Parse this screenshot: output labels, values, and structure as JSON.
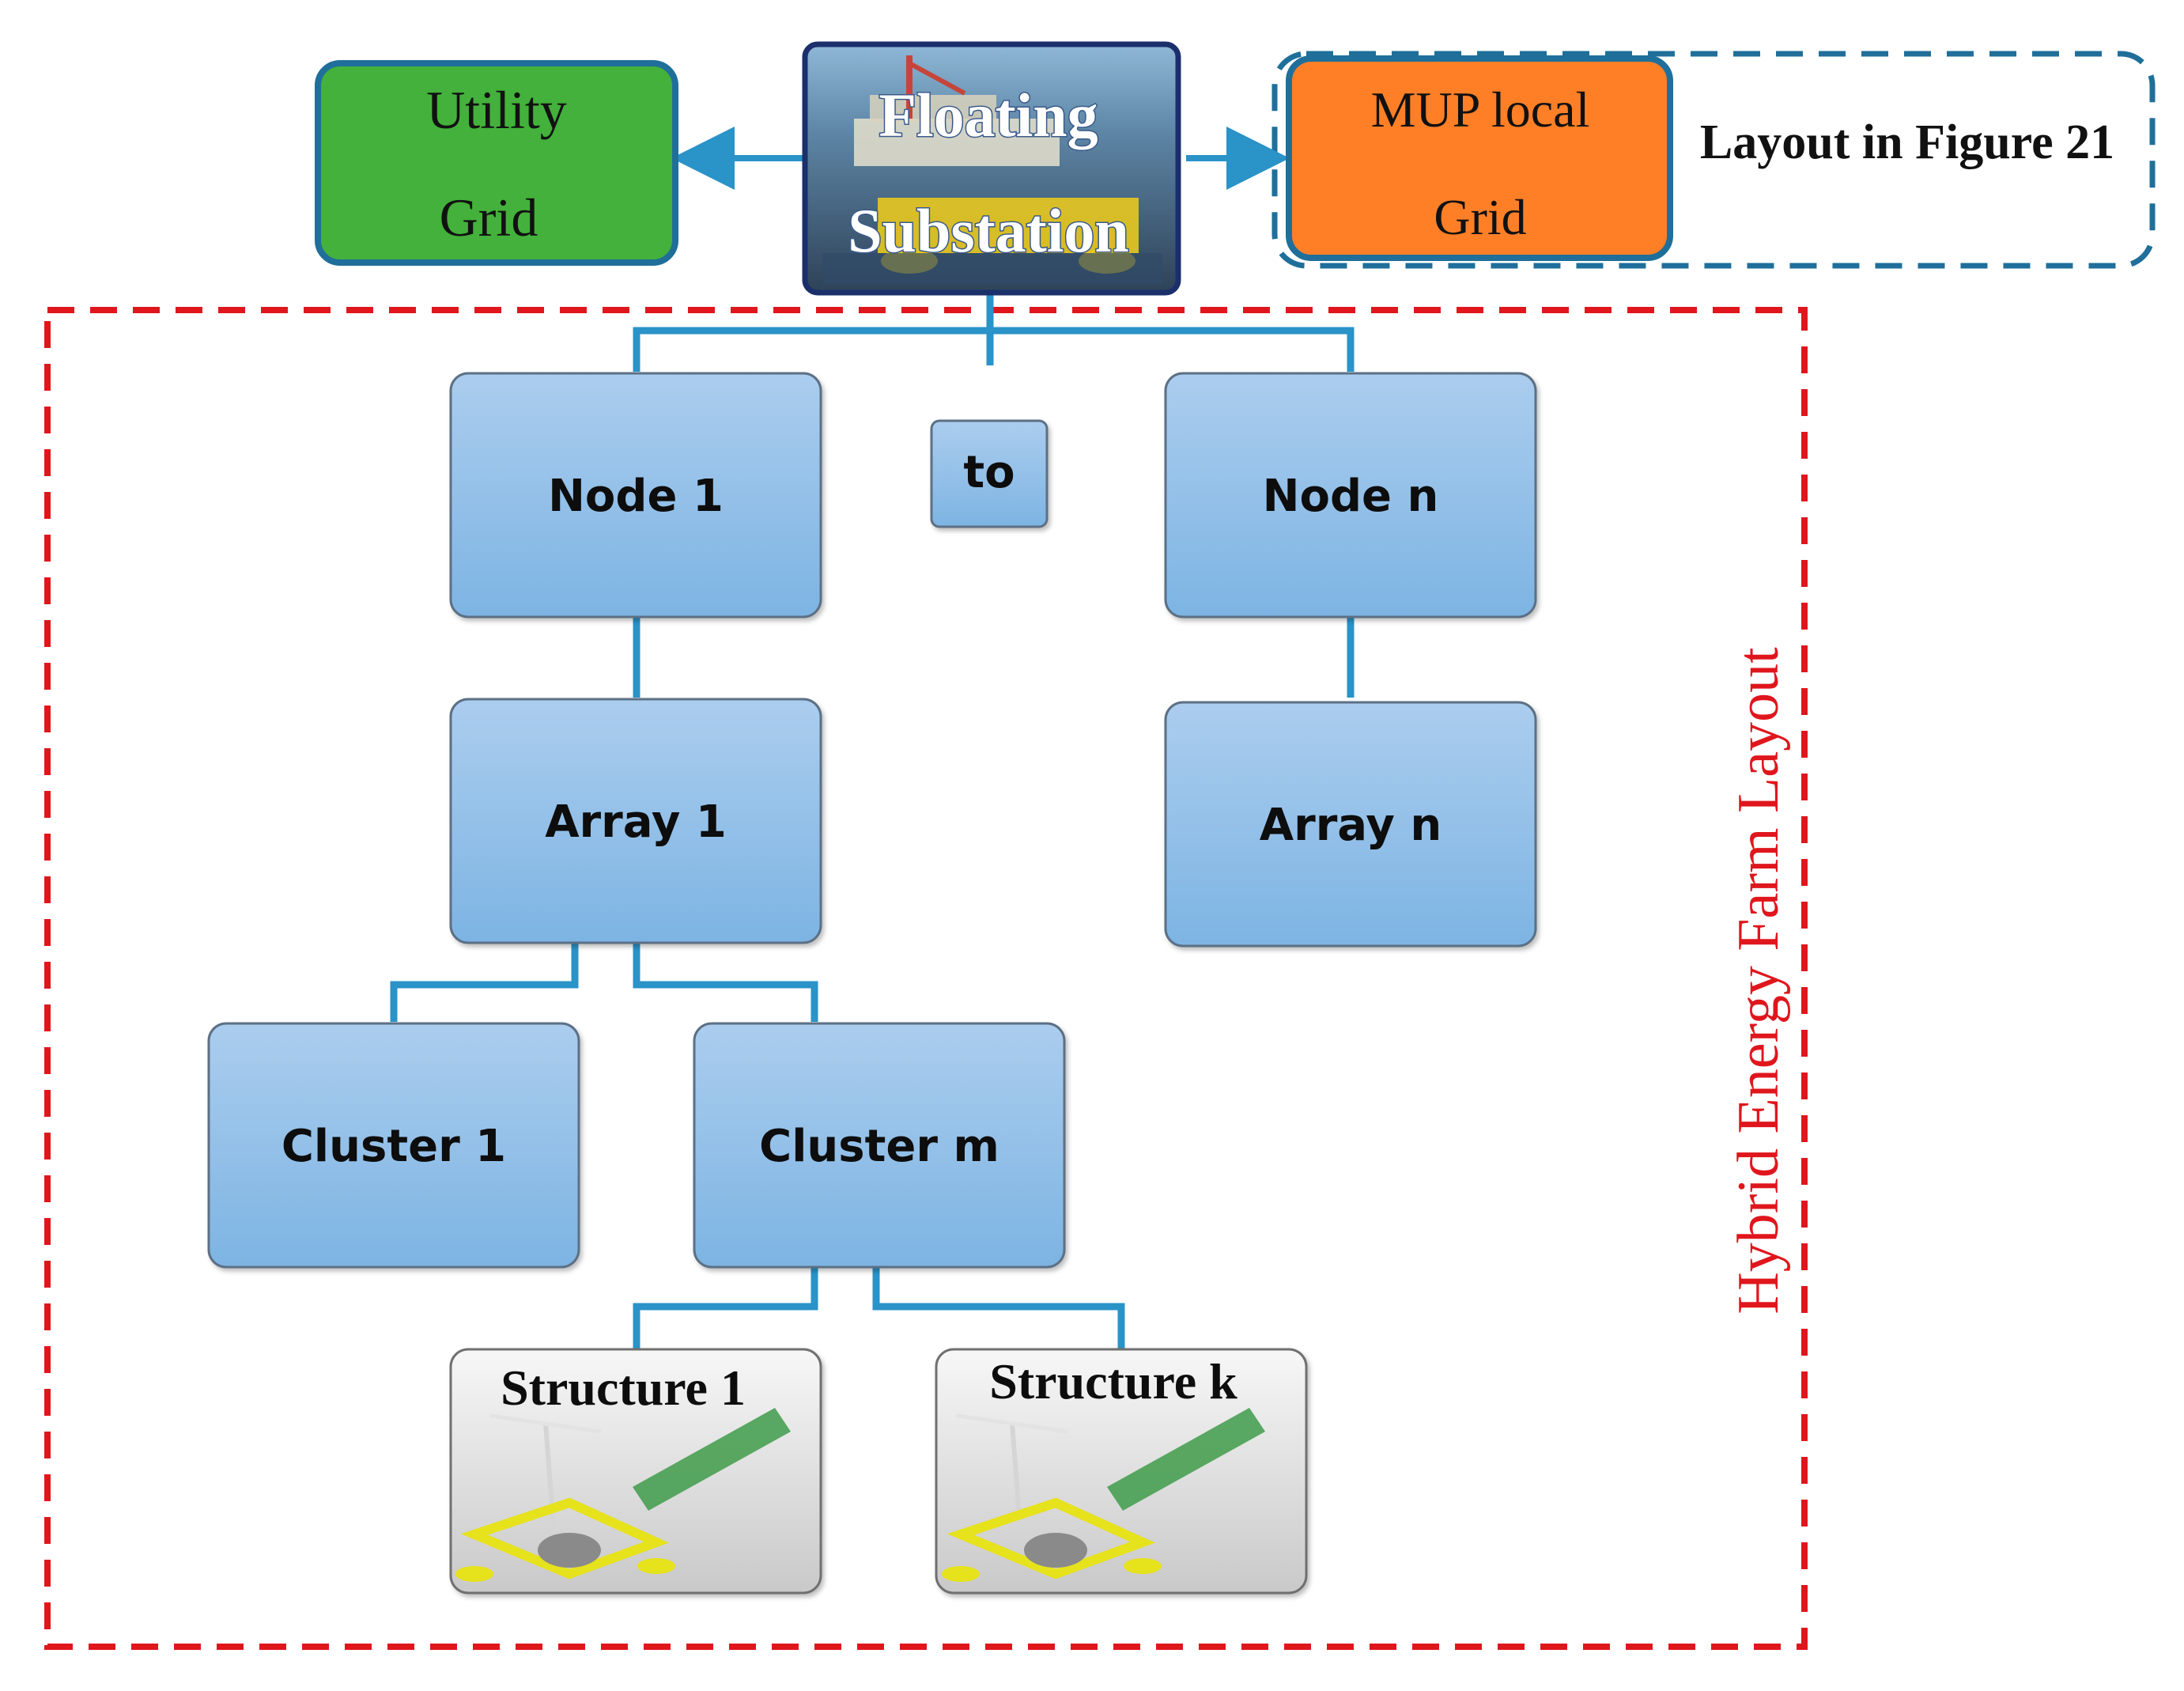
{
  "top": {
    "utility_grid": {
      "line1": "Utility",
      "line2": "Grid",
      "color": "#43b13b"
    },
    "floating_substation": {
      "line1": "Floating",
      "line2": "Substation"
    },
    "mup_grid": {
      "line1": "MUP local",
      "line2": "Grid",
      "color": "#ff7f27"
    },
    "layout_ref": "Layout in Figure 21"
  },
  "farm": {
    "side_label": "Hybrid Energy Farm Layout",
    "node1": "Node 1",
    "to": "to",
    "noden": "Node n",
    "array1": "Array 1",
    "arrayn": "Array n",
    "cluster1": "Cluster 1",
    "clusterm": "Cluster m",
    "structure1": "Structure 1",
    "structurek": "Structure k"
  },
  "colors": {
    "connector": "#2a93c8",
    "box_top": "#a9cbec",
    "box_bottom": "#7fb5e4",
    "farm_border": "#e0161d",
    "mup_border": "#1f6f9a"
  }
}
